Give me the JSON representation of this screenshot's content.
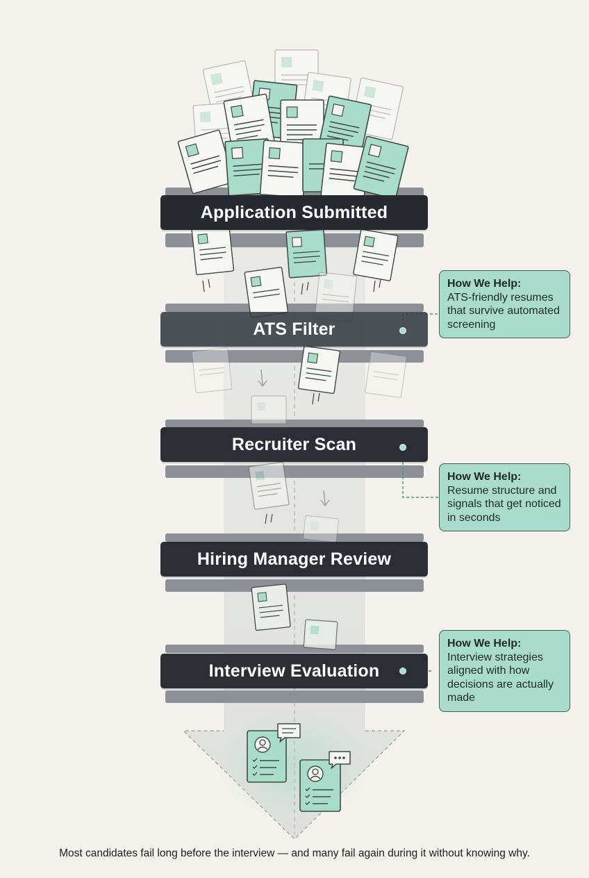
{
  "stages": [
    {
      "label": "Application Submitted"
    },
    {
      "label": "ATS Filter"
    },
    {
      "label": "Recruiter Scan"
    },
    {
      "label": "Hiring Manager Review"
    },
    {
      "label": "Interview Evaluation"
    }
  ],
  "callouts": [
    {
      "heading": "How We Help:",
      "body": "ATS-friendly resumes that survive automated screening"
    },
    {
      "heading": "How We Help:",
      "body": "Resume structure and signals that get noticed in seconds"
    },
    {
      "heading": "How We Help:",
      "body": "Interview strategies aligned with how decisions are actually made"
    }
  ],
  "caption": "Most candidates fail long before the interview — and many fail again during it without knowing why.",
  "colors": {
    "background": "#f3f2ec",
    "stage_bar": "#2b2f35",
    "accent_mint": "#a9dccb",
    "funnel": "#e4e5e3"
  },
  "icons": [
    "resume-document-icon",
    "down-arrow-icon",
    "candidate-profile-icon",
    "chat-bubble-icon"
  ]
}
